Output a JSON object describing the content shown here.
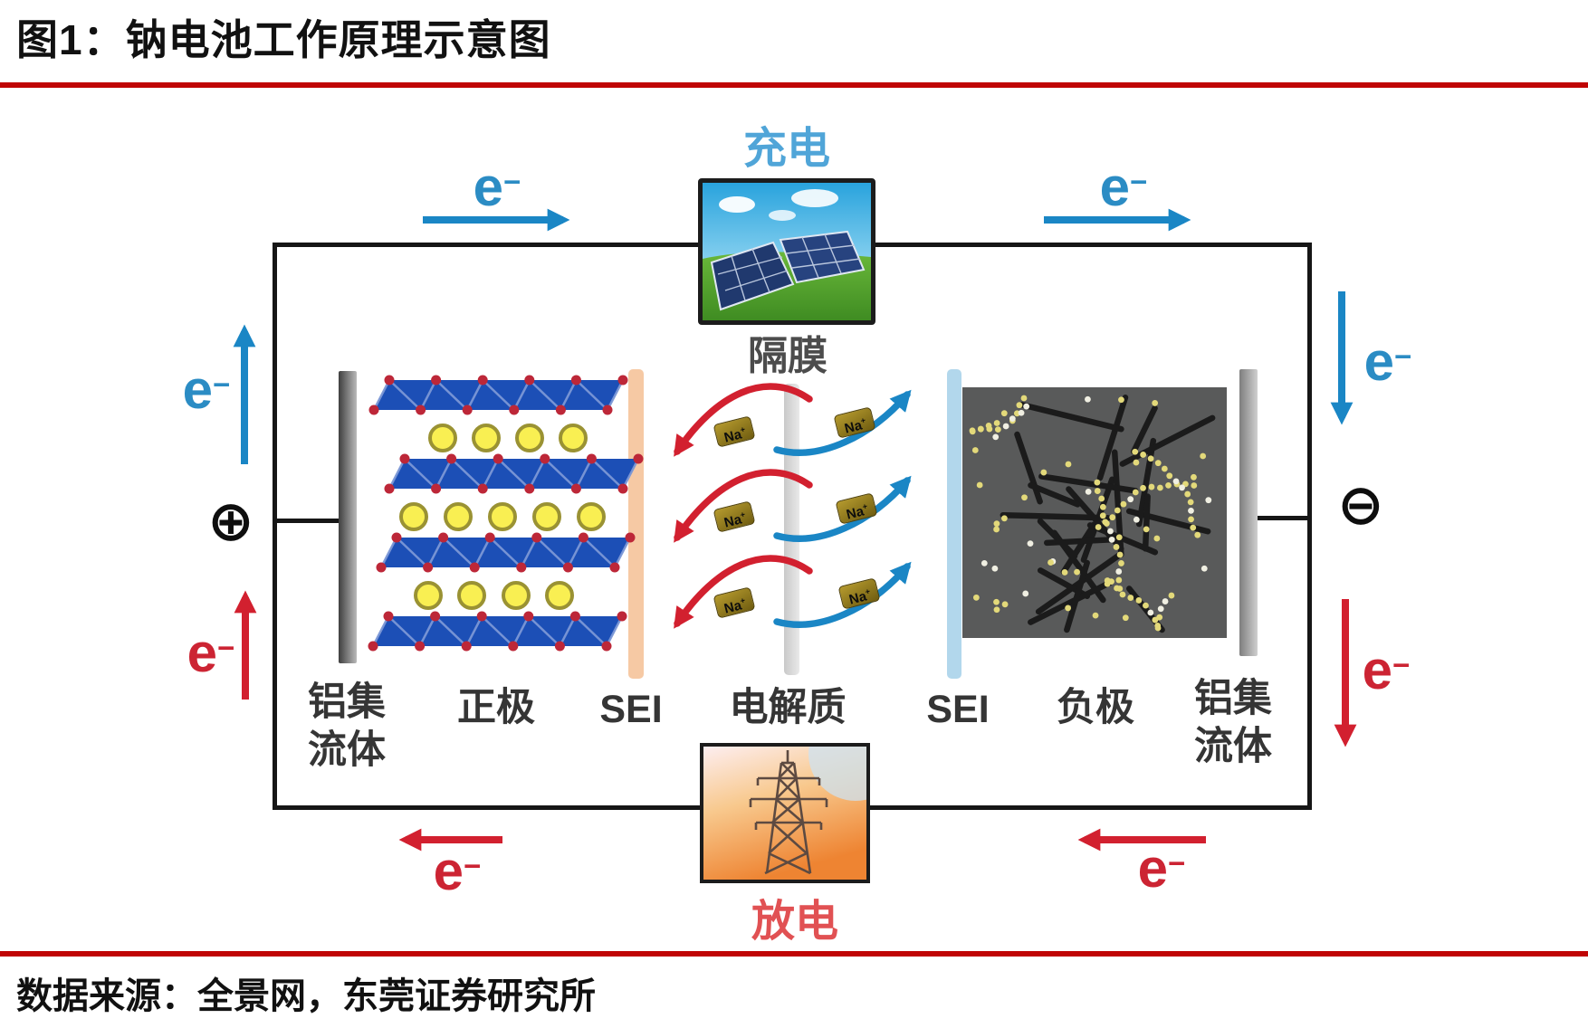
{
  "figure": {
    "title": "图1：钠电池工作原理示意图",
    "source": "数据来源：全景网，东莞证券研究所"
  },
  "diagram": {
    "charge_label": "充电",
    "discharge_label": "放电",
    "separator_label": "隔膜",
    "electron": {
      "base": "e",
      "sup": "−"
    },
    "sodium_ion": {
      "base": "Na",
      "sup": "+"
    },
    "positive_terminal": "⊕",
    "negative_terminal": "⊖",
    "component_labels": {
      "collector_left": [
        "铝集",
        "流体"
      ],
      "cathode": "正极",
      "sei_left": "SEI",
      "electrolyte": "电解质",
      "sei_right": "SEI",
      "anode": "负极",
      "collector_right": [
        "铝集",
        "流体"
      ]
    },
    "icons": {
      "charge_source": "solar-panel-icon",
      "discharge_load": "power-tower-icon"
    },
    "colors": {
      "rule_red": "#c00505",
      "charge_blue": "#50a5d8",
      "discharge_red": "#e15153",
      "arrow_blue": "#1a86c5",
      "arrow_red": "#d2202f",
      "electron_blue": "#2b8cc4",
      "electron_red": "#cc2433",
      "wire_black": "#161616",
      "cathode_layer_blue": "#1c4fb6",
      "sodium_ball_yellow": "#f9ef52",
      "sei_left_peach": "#f6c9a4",
      "separator_gray": "#d9d9d9",
      "sei_right_blue": "#b2d7ec",
      "anode_gray": "#595a5a",
      "na_badge_gold": "#8a741c"
    }
  }
}
